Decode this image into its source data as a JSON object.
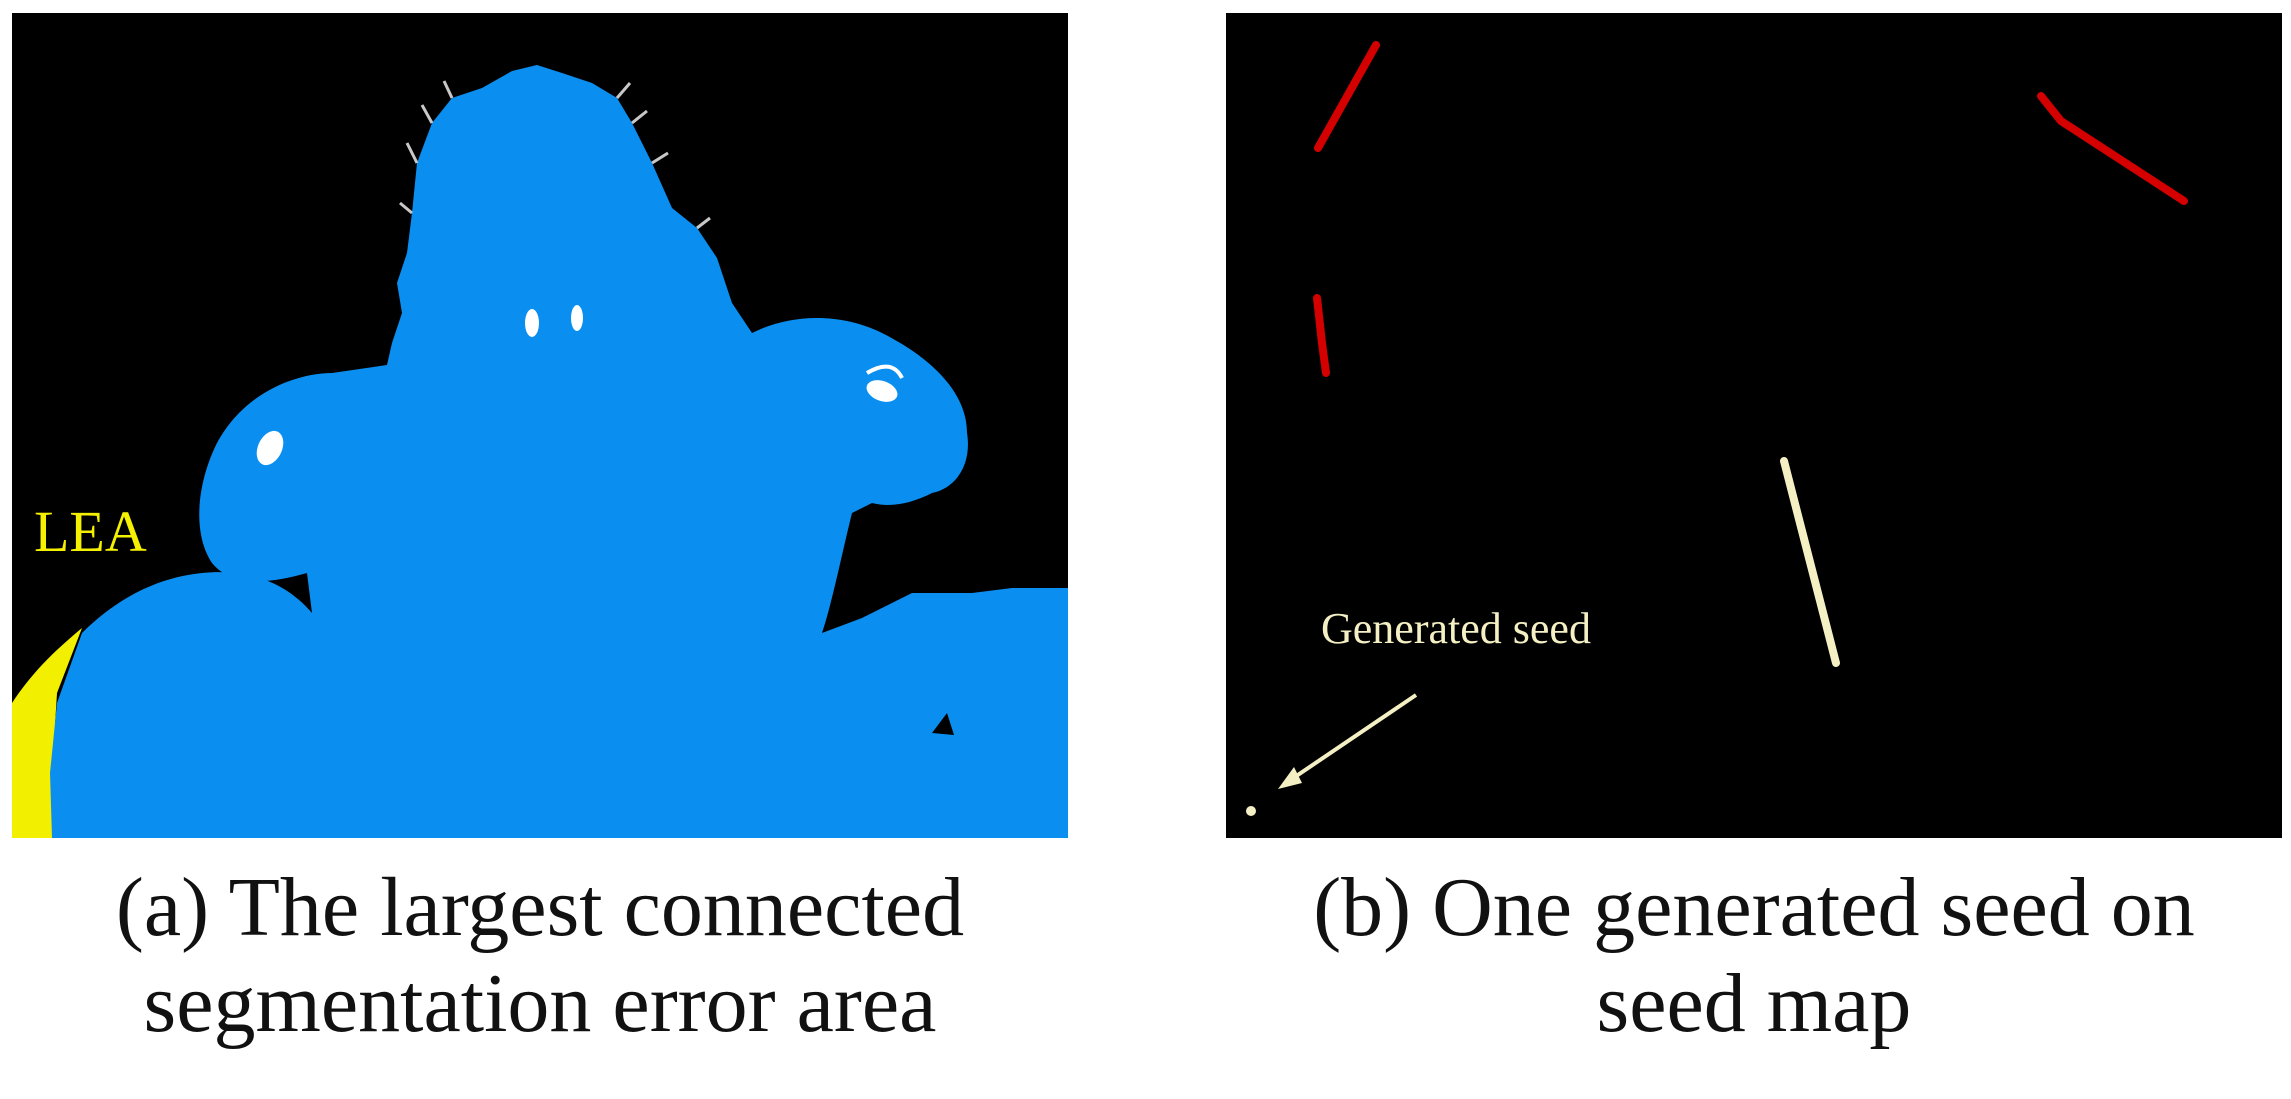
{
  "figure": {
    "panel_a": {
      "label_lea": "LEA",
      "label_color": "#f5f000",
      "region_color": "#0a8ff0",
      "lea_region_color": "#f2f000",
      "caption_line1": "(a) The largest connected",
      "caption_line2": "segmentation error area"
    },
    "panel_b": {
      "annotation": "Generated seed",
      "seed_color": "#f4f0c4",
      "stroke_color": "#d40000",
      "caption_line1": "(b) One generated seed on",
      "caption_line2": "seed map"
    }
  }
}
